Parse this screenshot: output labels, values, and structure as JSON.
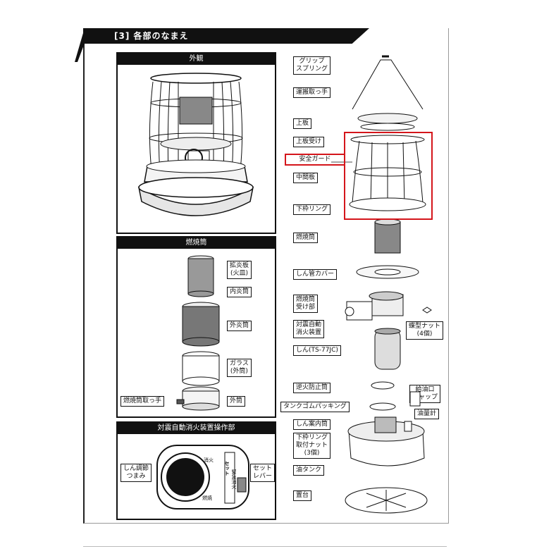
{
  "header": {
    "title": "[3]  各部のなまえ"
  },
  "panels": {
    "exterior": {
      "title": "外観"
    },
    "burner": {
      "title": "燃焼筒"
    },
    "safety": {
      "title": "対震自動消火装置操作部"
    }
  },
  "burner_labels": {
    "diffuser": "拡炎板\n(火皿)",
    "inner": "内炎筒",
    "outer_flame": "外炎筒",
    "glass": "ガラス\n(外筒)",
    "handle": "燃焼筒取っ手",
    "outer": "外筒"
  },
  "safety_labels": {
    "wick_knob": "しん調節\nつまみ",
    "set_lever": "セット\nレバー",
    "mark_extinguish": "消火",
    "mark_set": "セット",
    "mark_emergency": "緊急消火",
    "mark_burn": "燃焼"
  },
  "parts_labels": {
    "grip_spring": "グリップ\nスプリング",
    "carry_handle": "運搬取っ手",
    "top_plate": "上板",
    "top_plate_holder": "上板受け",
    "safety_guard": "安全ガード",
    "middle_plate": "中間板",
    "lower_ring": "下枠リング",
    "combustion_tube": "燃焼筒",
    "wick_cover": "しん管カバー",
    "tube_holder": "燃焼筒\n受け部",
    "auto_extinguisher": "対震自動\n消火装置",
    "wing_nut": "蝶型ナット\n(4個)",
    "wick": "しん(TS-77JC)",
    "backflow": "逆火防止筒",
    "tank_gasket": "タンクゴムパッキング",
    "filler_cap": "給油口\nキャップ",
    "fuel_gauge": "油量計",
    "wick_guide": "しん案内筒",
    "ring_nut": "下枠リング\n取付ナット\n(3個)",
    "oil_tank": "油タンク",
    "base": "置台"
  },
  "colors": {
    "highlight": "#d4151b",
    "ink": "#111111"
  }
}
